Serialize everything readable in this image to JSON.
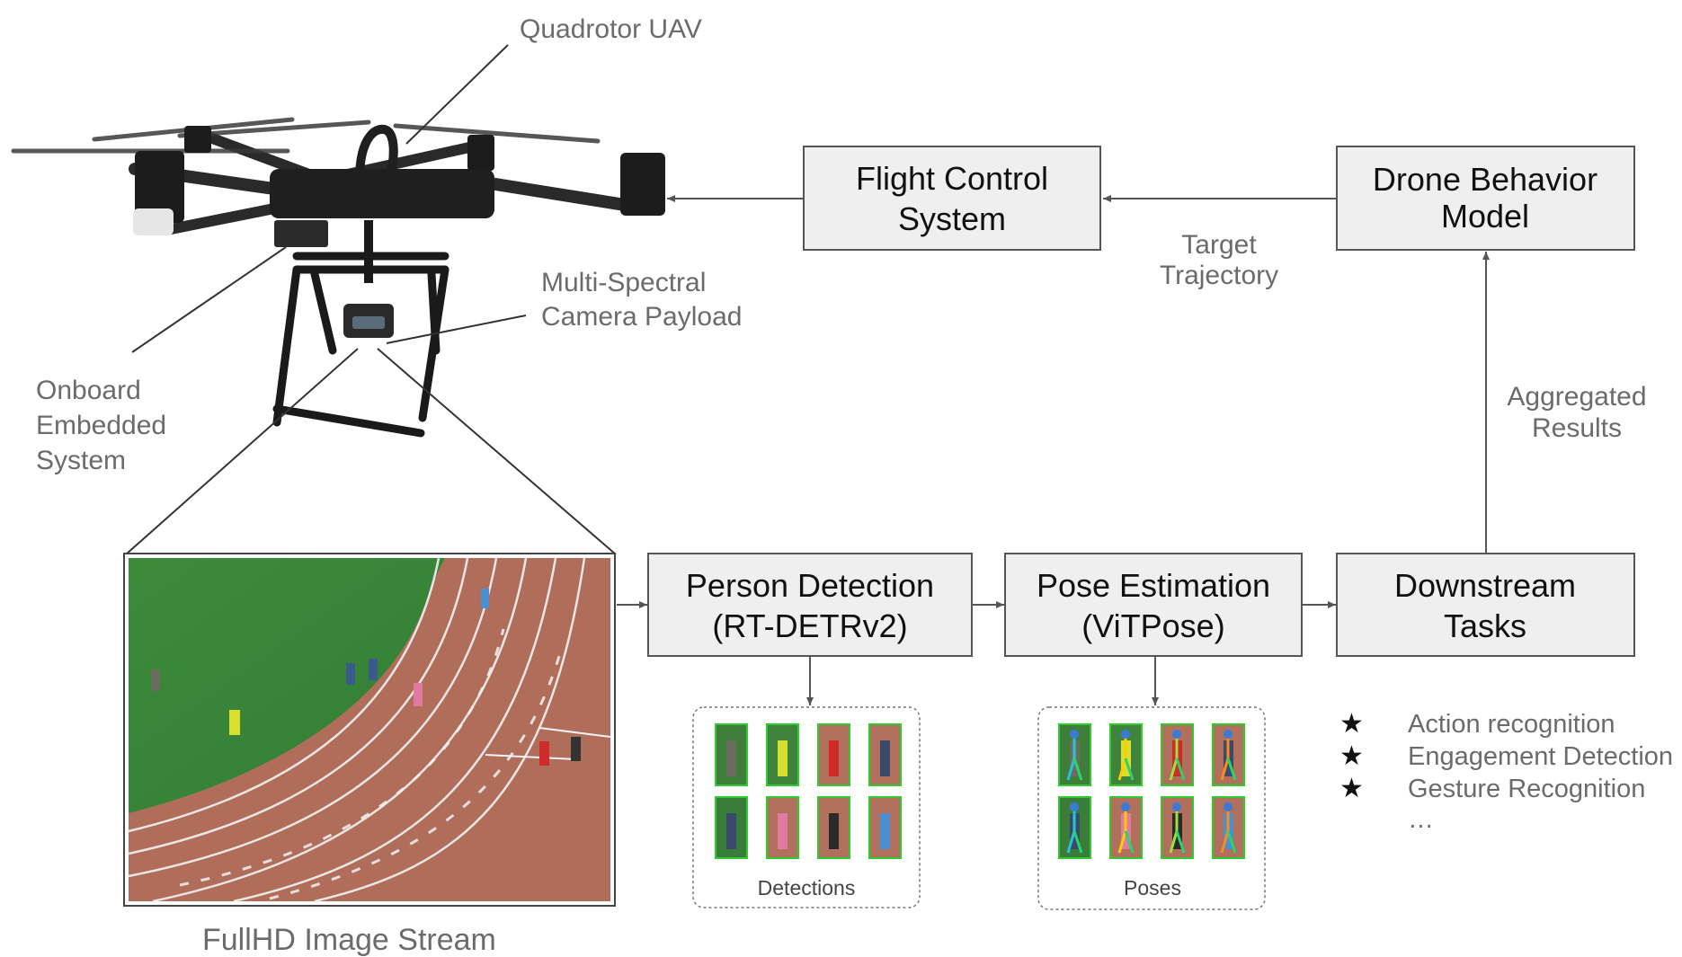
{
  "labels": {
    "uav": "Quadrotor UAV",
    "payload_1": "Multi-Spectral",
    "payload_2": "Camera Payload",
    "onboard_1": "Onboard",
    "onboard_2": "Embedded",
    "onboard_3": "System",
    "stream": "FullHD Image Stream",
    "target_1": "Target",
    "target_2": "Trajectory",
    "agg_1": "Aggregated",
    "agg_2": "Results"
  },
  "boxes": {
    "flight_1": "Flight Control",
    "flight_2": "System",
    "behavior_1": "Drone Behavior",
    "behavior_2": "Model",
    "detection_1": "Person Detection",
    "detection_2": "(RT-DETRv2)",
    "pose_1": "Pose Estimation",
    "pose_2": "(ViTPose)",
    "downstream_1": "Downstream",
    "downstream_2": "Tasks"
  },
  "panels": {
    "detections": "Detections",
    "poses": "Poses"
  },
  "tasks": {
    "star": "★",
    "items": [
      "Action recognition",
      "Engagement Detection",
      "Gesture Recognition"
    ],
    "more": "…"
  },
  "colors": {
    "box_fill": "#efefef",
    "box_stroke": "#555555",
    "arrow": "#555555",
    "grass": "#3e8c3e",
    "track": "#b0705c",
    "thumb_border": "#2ecc2e"
  },
  "icons": {
    "drone": "quadrotor-drone-icon"
  }
}
